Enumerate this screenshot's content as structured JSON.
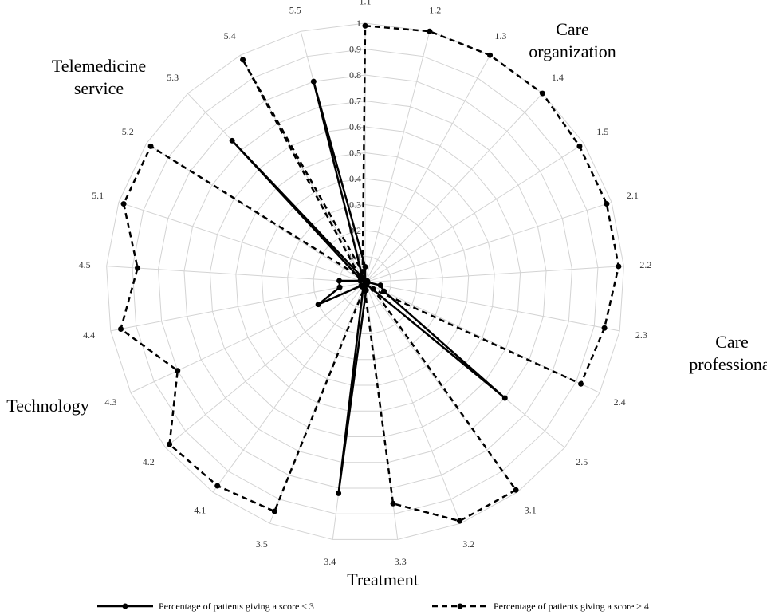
{
  "chart_data": {
    "type": "radar",
    "items": [
      "1.1",
      "1.2",
      "1.3",
      "1.4",
      "1.5",
      "2.1",
      "2.2",
      "2.3",
      "2.4",
      "2.5",
      "3.1",
      "3.2",
      "3.3",
      "3.4",
      "3.5",
      "4.1",
      "4.2",
      "4.3",
      "4.4",
      "4.5",
      "5.1",
      "5.2",
      "5.3",
      "5.4",
      "5.5"
    ],
    "r_ticks": [
      "0.1",
      "0.2",
      "0.3",
      "0.4",
      "0.5",
      "0.6",
      "0.7",
      "0.8",
      "0.9",
      "1"
    ],
    "r_range": [
      0,
      1
    ],
    "categories": [
      {
        "name_lines": [
          "Care",
          "organization"
        ],
        "items": [
          "1.1",
          "1.2",
          "1.3",
          "1.4",
          "1.5"
        ]
      },
      {
        "name_lines": [
          "Care",
          "professional"
        ],
        "items": [
          "2.1",
          "2.2",
          "2.3",
          "2.4",
          "2.5"
        ]
      },
      {
        "name_lines": [
          "Treatment"
        ],
        "items": [
          "3.1",
          "3.2",
          "3.3",
          "3.4",
          "3.5"
        ]
      },
      {
        "name_lines": [
          "Technology"
        ],
        "items": [
          "4.1",
          "4.2",
          "4.3",
          "4.4",
          "4.5"
        ]
      },
      {
        "name_lines": [
          "Telemedicine",
          "service"
        ],
        "items": [
          "5.1",
          "5.2",
          "5.3",
          "5.4",
          "5.5"
        ]
      }
    ],
    "series": [
      {
        "name": "Percentage of patients giving a score ≤ 3",
        "style": "solid",
        "color": "#000000",
        "values": [
          0.06,
          0.0,
          0.0,
          0.0,
          0.01,
          0.0,
          0.01,
          0.06,
          0.08,
          0.7,
          0.01,
          0.01,
          0.03,
          0.82,
          0.02,
          0.02,
          0.02,
          0.2,
          0.1,
          0.1,
          0.02,
          0.02,
          0.75,
          0.02,
          0.8
        ]
      },
      {
        "name": "Percentage of patients giving a score ≥ 4",
        "style": "dashed",
        "color": "#000000",
        "values": [
          0.99,
          1.0,
          1.0,
          1.0,
          0.98,
          0.98,
          0.98,
          0.94,
          0.92,
          0.04,
          0.99,
          0.99,
          0.86,
          0.02,
          0.95,
          0.97,
          0.98,
          0.8,
          0.96,
          0.88,
          0.98,
          0.98,
          0.03,
          0.98,
          0.04
        ]
      }
    ]
  }
}
